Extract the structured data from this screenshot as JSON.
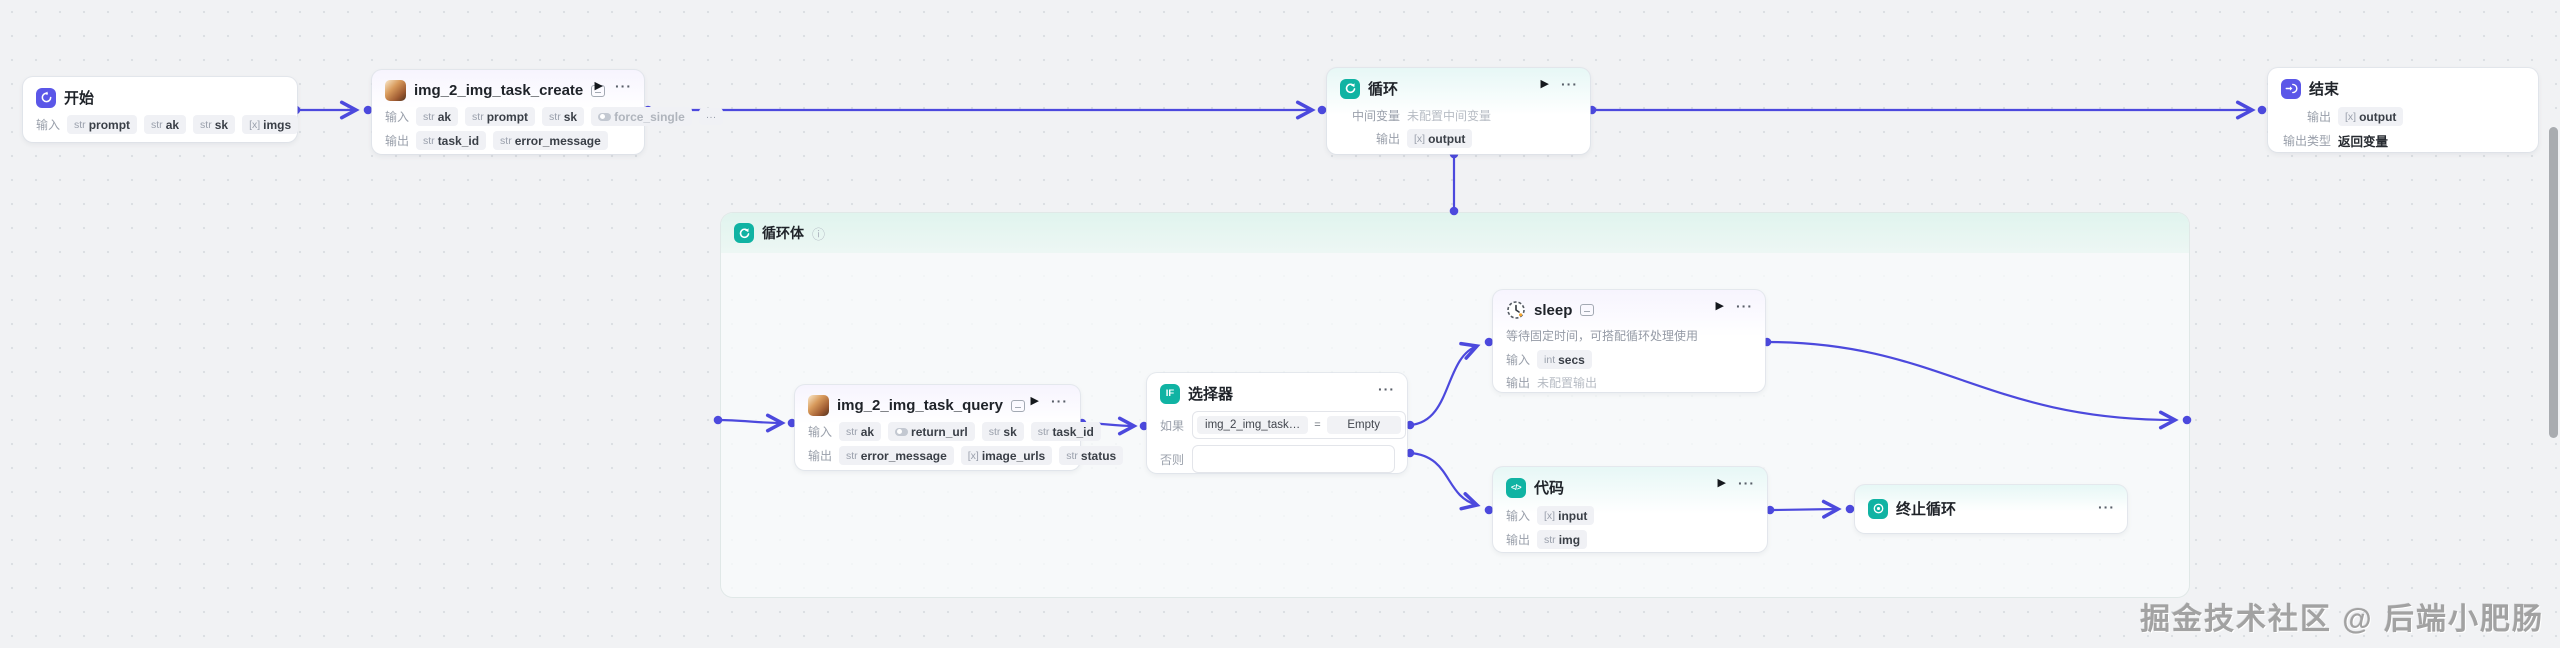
{
  "colors": {
    "accent": "#4c49dd",
    "teal": "#10b3a3",
    "canvas": "#f1f2f4"
  },
  "icons": {
    "run": "▶",
    "more": "···",
    "info": "ⓘ"
  },
  "labels": {
    "input": "输入",
    "output": "输出"
  },
  "watermark": "掘金技术社区 @ 后端小肥肠",
  "nodes": {
    "start": {
      "title": "开始",
      "params": [
        {
          "t": "str",
          "n": "prompt"
        },
        {
          "t": "str",
          "n": "ak"
        },
        {
          "t": "str",
          "n": "sk"
        },
        {
          "t": "[x]",
          "n": "imgs"
        }
      ]
    },
    "create": {
      "title": "img_2_img_task_create",
      "inputs": [
        {
          "t": "str",
          "n": "ak"
        },
        {
          "t": "str",
          "n": "prompt"
        },
        {
          "t": "str",
          "n": "sk"
        }
      ],
      "bool_input": "force_single",
      "overflow": "···",
      "outputs": [
        {
          "t": "str",
          "n": "task_id"
        },
        {
          "t": "str",
          "n": "error_message"
        }
      ]
    },
    "loop": {
      "title": "循环",
      "mid_label": "中间变量",
      "mid_value": "未配置中间变量",
      "out_t": "[x]",
      "out_n": "output"
    },
    "end": {
      "title": "结束",
      "out_t": "[x]",
      "out_n": "output",
      "type_label": "输出类型",
      "type_value": "返回变量"
    },
    "loop_body": {
      "title": "循环体"
    },
    "query": {
      "title": "img_2_img_task_query",
      "in0": {
        "t": "str",
        "n": "ak"
      },
      "bool_input": "return_url",
      "in2": {
        "t": "str",
        "n": "sk"
      },
      "in3": {
        "t": "str",
        "n": "task_id"
      },
      "outputs": [
        {
          "t": "str",
          "n": "error_message"
        },
        {
          "t": "[x]",
          "n": "image_urls"
        },
        {
          "t": "str",
          "n": "status"
        }
      ]
    },
    "selector": {
      "title": "选择器",
      "if_label": "如果",
      "else_label": "否则",
      "cond_left": "img_2_img_task…",
      "cond_op": "=",
      "cond_right": "Empty"
    },
    "sleep": {
      "title": "sleep",
      "desc": "等待固定时间，可搭配循环处理使用",
      "in_t": "int",
      "in_n": "secs",
      "no_output": "未配置输出"
    },
    "code": {
      "title": "代码",
      "in_t": "[x]",
      "in_n": "input",
      "out_t": "str",
      "out_n": "img"
    },
    "terminate": {
      "title": "终止循环"
    }
  }
}
